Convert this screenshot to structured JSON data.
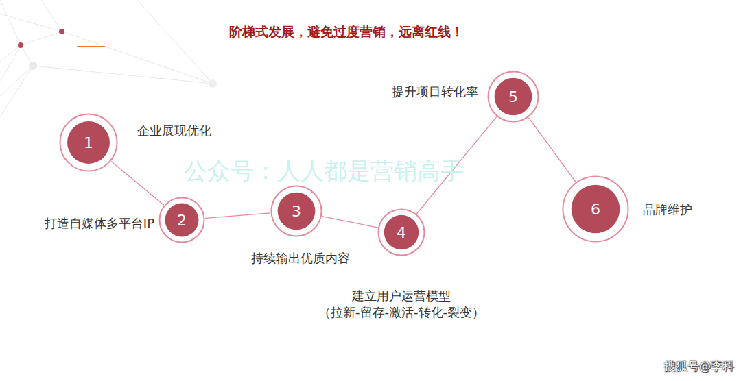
{
  "diagram": {
    "title": "阶梯式发展，避免过度营销，远离红线！",
    "nodes": [
      {
        "text": [
          "1",
          "企业展现优化"
        ]
      },
      {
        "text": [
          "2",
          "打造自媒体多平台IP"
        ]
      },
      {
        "text": [
          "3",
          "持续输出优质内容"
        ]
      },
      {
        "text": [
          "4",
          "建立用户运营模型",
          "（拉新-留存-激活-转化-裂变）"
        ]
      },
      {
        "text": [
          "5",
          "提升项目转化率"
        ]
      },
      {
        "text": [
          "6",
          "品牌维护"
        ]
      }
    ],
    "edges": [
      {
        "from": 0,
        "to": 1,
        "arrow": "none"
      },
      {
        "from": 1,
        "to": 2,
        "arrow": "none"
      },
      {
        "from": 2,
        "to": 3,
        "arrow": "none"
      },
      {
        "from": 3,
        "to": 4,
        "arrow": "none"
      },
      {
        "from": 4,
        "to": 5,
        "arrow": "none"
      }
    ],
    "labels": [
      "公众号：人人都是营销高手",
      "搜狐号@李科"
    ]
  }
}
